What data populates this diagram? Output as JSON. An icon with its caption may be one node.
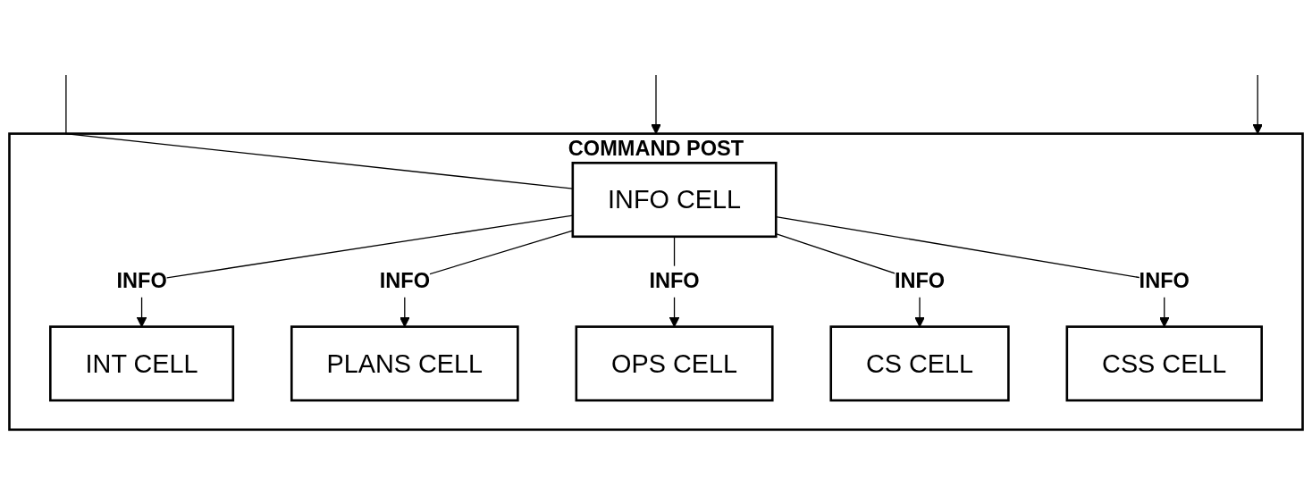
{
  "diagram": {
    "nodes": [
      {
        "text": [
          "COMMAND POST"
        ]
      },
      {
        "text": [
          "INFO CELL"
        ],
        "in": 0
      },
      {
        "text": [
          "INT CELL"
        ],
        "in": 0
      },
      {
        "text": [
          "PLANS CELL"
        ],
        "in": 0
      },
      {
        "text": [
          "OPS CELL"
        ],
        "in": 0
      },
      {
        "text": [
          "CS CELL"
        ],
        "in": 0
      },
      {
        "text": [
          "CSS CELL"
        ],
        "in": 0
      }
    ],
    "edges": [
      {
        "from": null,
        "to": 0,
        "arrow": "to"
      },
      {
        "from": null,
        "to": 0,
        "arrow": "to"
      },
      {
        "from": null,
        "to": 1,
        "arrow": "none"
      },
      {
        "from": 1,
        "to": 2,
        "label": "INFO",
        "arrow": "to"
      },
      {
        "from": 1,
        "to": 3,
        "label": "INFO",
        "arrow": "to"
      },
      {
        "from": 1,
        "to": 4,
        "label": "INFO",
        "arrow": "to"
      },
      {
        "from": 1,
        "to": 5,
        "label": "INFO",
        "arrow": "to"
      },
      {
        "from": 1,
        "to": 6,
        "label": "INFO",
        "arrow": "to"
      }
    ]
  }
}
